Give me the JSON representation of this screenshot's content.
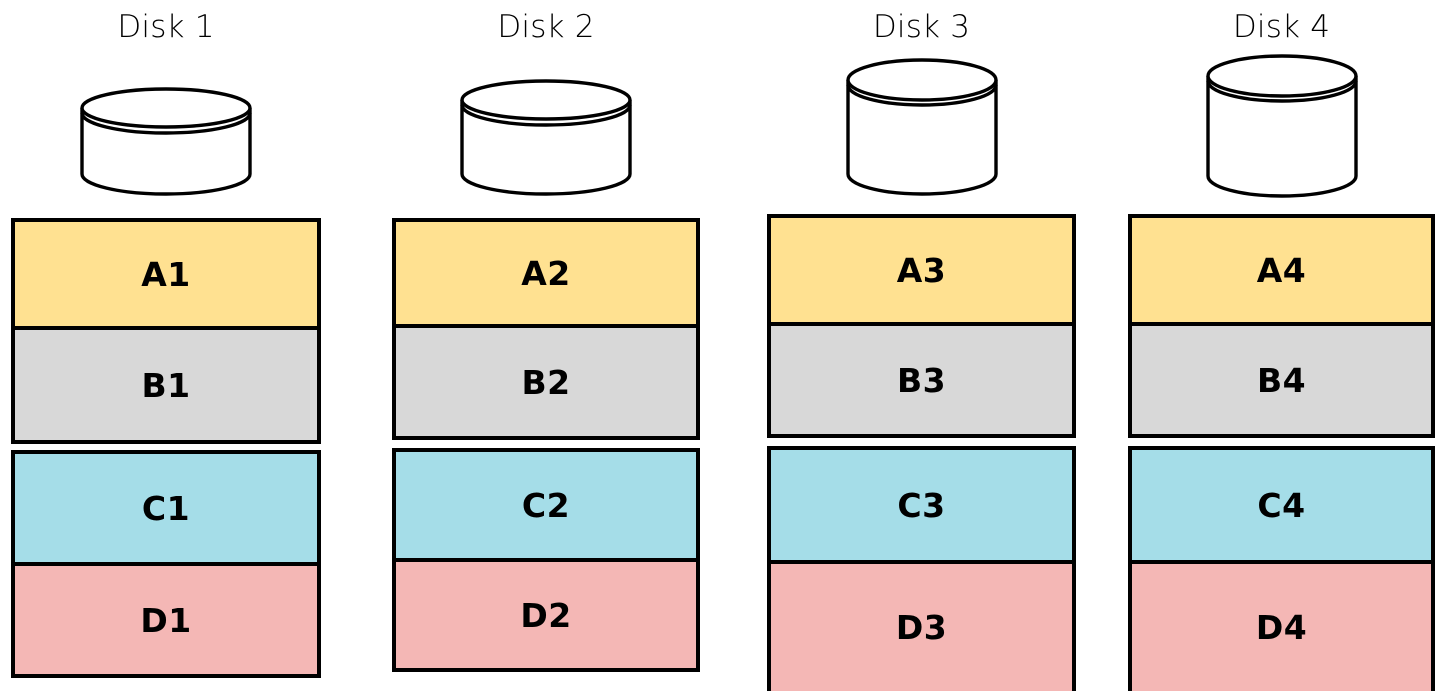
{
  "diagram": {
    "title_visible": false,
    "type": "raid-disk-striping-diagram",
    "colors": {
      "stripe_a": "#FFE191",
      "stripe_b": "#D8D8D8",
      "stripe_c": "#A5DDE8",
      "stripe_d": "#F4B7B5",
      "outline": "#000000",
      "background": "#FFFFFF"
    },
    "disks": [
      {
        "title": "Disk 1",
        "disk_icon": "database-cylinder-icon",
        "groups": [
          {
            "name": "group-ab",
            "blocks": [
              {
                "label": "A1",
                "color_key": "stripe_a"
              },
              {
                "label": "B1",
                "color_key": "stripe_b"
              }
            ]
          },
          {
            "name": "group-cd",
            "blocks": [
              {
                "label": "C1",
                "color_key": "stripe_c"
              },
              {
                "label": "D1",
                "color_key": "stripe_d"
              }
            ]
          }
        ]
      },
      {
        "title": "Disk 2",
        "disk_icon": "database-cylinder-icon",
        "groups": [
          {
            "name": "group-ab",
            "blocks": [
              {
                "label": "A2",
                "color_key": "stripe_a"
              },
              {
                "label": "B2",
                "color_key": "stripe_b"
              }
            ]
          },
          {
            "name": "group-cd",
            "blocks": [
              {
                "label": "C2",
                "color_key": "stripe_c"
              },
              {
                "label": "D2",
                "color_key": "stripe_d"
              }
            ]
          }
        ]
      },
      {
        "title": "Disk 3",
        "disk_icon": "database-cylinder-icon",
        "groups": [
          {
            "name": "group-ab",
            "blocks": [
              {
                "label": "A3",
                "color_key": "stripe_a"
              },
              {
                "label": "B3",
                "color_key": "stripe_b"
              }
            ]
          },
          {
            "name": "group-cd",
            "blocks": [
              {
                "label": "C3",
                "color_key": "stripe_c"
              },
              {
                "label": "D3",
                "color_key": "stripe_d"
              }
            ]
          }
        ]
      },
      {
        "title": "Disk 4",
        "disk_icon": "database-cylinder-icon",
        "groups": [
          {
            "name": "group-ab",
            "blocks": [
              {
                "label": "A4",
                "color_key": "stripe_a"
              },
              {
                "label": "B4",
                "color_key": "stripe_b"
              }
            ]
          },
          {
            "name": "group-cd",
            "blocks": [
              {
                "label": "C4",
                "color_key": "stripe_c"
              },
              {
                "label": "D4",
                "color_key": "stripe_d"
              }
            ]
          }
        ]
      }
    ]
  }
}
